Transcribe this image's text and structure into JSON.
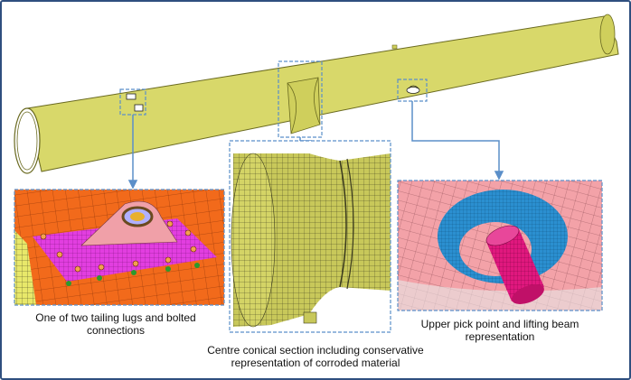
{
  "captions": {
    "left": "One of two tailing lugs and bolted connections",
    "center": "Centre conical section including conservative representation of corroded material",
    "right": "Upper pick point and lifting beam representation"
  },
  "colors": {
    "pipe": "#d8d86a",
    "pipe_edge": "#6a6a20",
    "callout": "#5b8fc9",
    "frame": "#2f4f7f",
    "orange_mesh": "#f26a1b",
    "magenta_plate": "#e23ee0",
    "pink_shell": "#f3a2a8",
    "blue_ring": "#2b8fd0",
    "pin": "#e0187e"
  }
}
